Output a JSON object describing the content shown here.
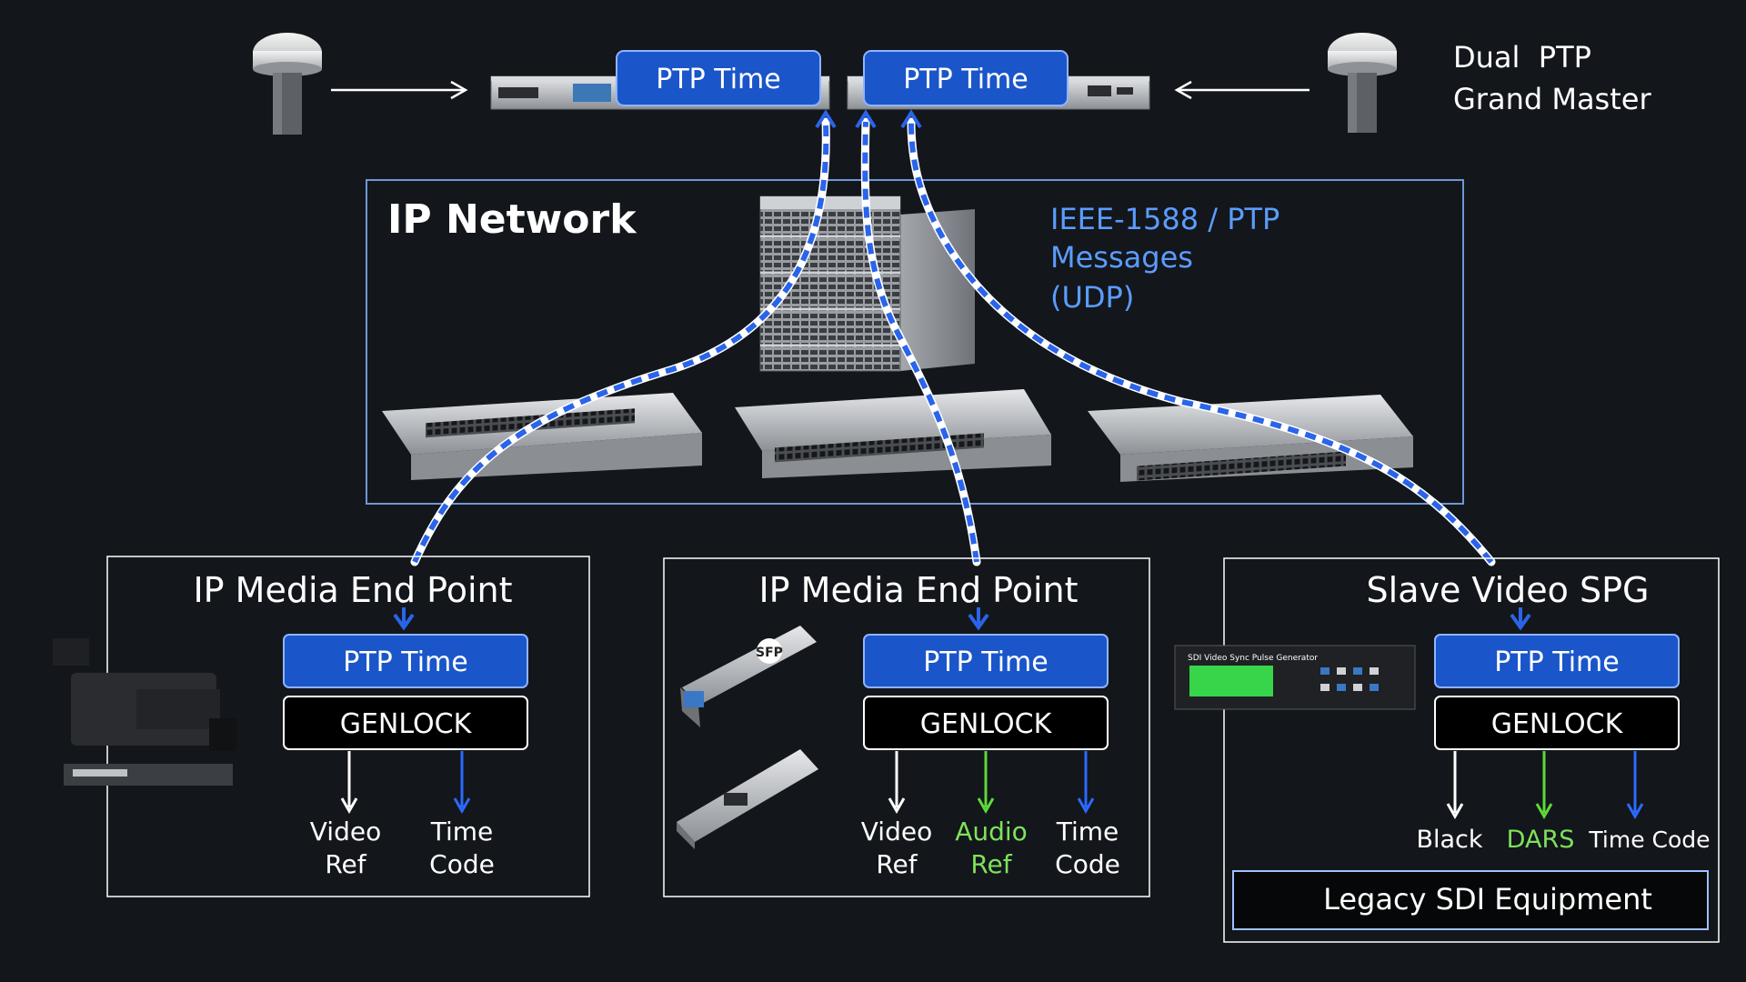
{
  "grandmaster": {
    "label_line1": "Dual  PTP",
    "label_line2": "Grand Master",
    "left_ptp": "PTP Time",
    "right_ptp": "PTP Time"
  },
  "network": {
    "title": "IP Network",
    "protocol_line1": "IEEE-1588 / PTP",
    "protocol_line2": "Messages",
    "protocol_line3": "(UDP)"
  },
  "endpoints": [
    {
      "title": "IP Media End Point",
      "ptp": "PTP Time",
      "genlock": "GENLOCK",
      "outputs": [
        {
          "line1": "Video",
          "line2": "Ref",
          "color": "#ffffff"
        },
        {
          "line1": "Time",
          "line2": "Code",
          "color": "#2a6bff"
        }
      ]
    },
    {
      "title": "IP Media End Point",
      "ptp": "PTP Time",
      "genlock": "GENLOCK",
      "outputs": [
        {
          "line1": "Video",
          "line2": "Ref",
          "color": "#ffffff"
        },
        {
          "line1": "Audio",
          "line2": "Ref",
          "color": "#5ed83a"
        },
        {
          "line1": "Time",
          "line2": "Code",
          "color": "#2a6bff"
        }
      ]
    },
    {
      "title": "Slave Video SPG",
      "ptp": "PTP Time",
      "genlock": "GENLOCK",
      "device_label": "SDI Video Sync Pulse Generator",
      "outputs": [
        {
          "line1": "Black",
          "color": "#ffffff"
        },
        {
          "line1": "DARS",
          "color": "#5ed83a"
        },
        {
          "line1": "Time Code",
          "color": "#2a6bff"
        }
      ],
      "legacy": "Legacy SDI Equipment"
    }
  ],
  "module_label": "SFP",
  "colors": {
    "background": "#13161b",
    "ptp_blue": "#1a55c9",
    "path_blue": "#2a64ea",
    "text_blue": "#5b9cff",
    "green": "#5ed83a"
  }
}
